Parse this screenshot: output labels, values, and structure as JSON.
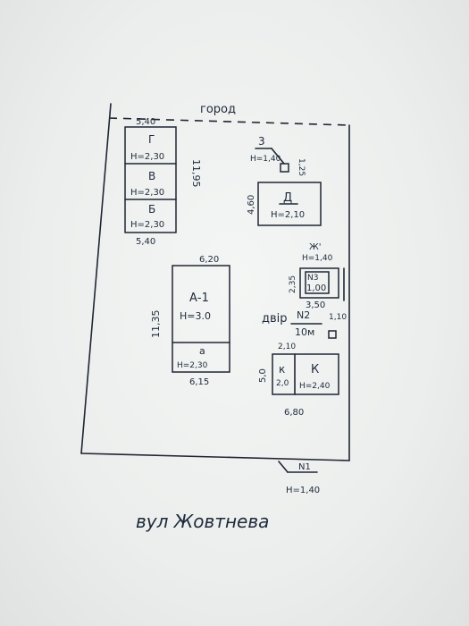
{
  "top_label": "город",
  "street_label": "вул Жовтнева",
  "courtyard": {
    "label": "двір",
    "number": "N2",
    "area": "10м"
  },
  "entrance": {
    "number": "N1",
    "height": "Н=1,40"
  },
  "block_left": {
    "top_width": "5,40",
    "bottom_width": "5,40",
    "side_length": "11,95",
    "rooms": [
      {
        "letter": "Г",
        "height": "Н=2,30"
      },
      {
        "letter": "В",
        "height": "Н=2,30"
      },
      {
        "letter": "Б",
        "height": "Н=2,30"
      }
    ]
  },
  "building_a": {
    "top_width": "6,20",
    "bottom_width": "6,15",
    "side_length": "11,35",
    "main": {
      "letter": "А-1",
      "height": "Н=3.0"
    },
    "annex": {
      "letter": "а",
      "height": "Н=2,30"
    }
  },
  "building_d": {
    "letter": "Д",
    "height": "Н=2,10",
    "side_length": "4,60"
  },
  "feature_3": {
    "number": "3",
    "height": "Н=1,40",
    "side_length": "1,25"
  },
  "building_zh": {
    "label": "Ж'",
    "height": "Н=1,40",
    "inner_number": "N3",
    "inner_value": "1,00",
    "side_length": "2,35",
    "bottom_width": "3,50",
    "right_value": "1,10"
  },
  "building_k": {
    "top_width": "2,10",
    "bottom_width": "6,80",
    "side_length": "5,0",
    "small": {
      "letter": "к",
      "height": "2,0"
    },
    "large": {
      "letter": "К",
      "height": "Н=2,40"
    }
  }
}
